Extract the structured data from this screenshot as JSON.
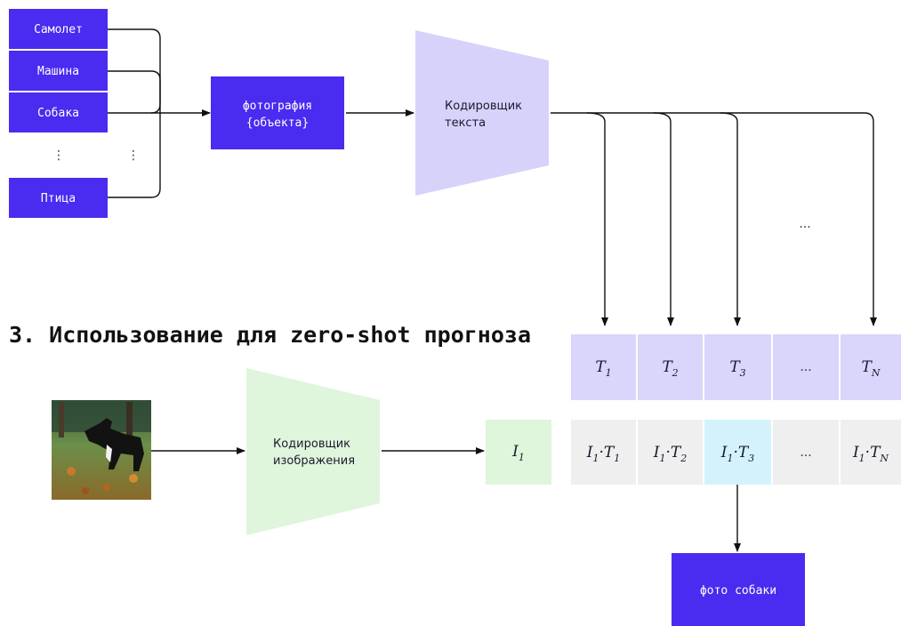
{
  "colors": {
    "primary_block": "#4a2bf0",
    "text_encoder": "#d6d2fa",
    "image_encoder": "#dff5dc",
    "t_cell": "#d9d5fb",
    "product_cell": "#efefef",
    "highlight_cell": "#d4f2fb",
    "arrow": "#111111"
  },
  "classes": {
    "items": [
      "Самолет",
      "Машина",
      "Собака",
      "Птица"
    ],
    "ellipsis": "⋮"
  },
  "template_box": {
    "line1": "фотография",
    "line2": "{объекта}"
  },
  "text_encoder": {
    "line1": "Кодировщик",
    "line2": "текста"
  },
  "ellipsis_right": "...",
  "section_heading": "3. Использование для zero-shot прогноза",
  "image": {
    "icon": "dog-photo-icon"
  },
  "image_encoder": {
    "line1": "Кодировщик",
    "line2": "изображения"
  },
  "image_embedding": {
    "base": "I",
    "sub": "1"
  },
  "text_embeddings": [
    {
      "base": "T",
      "sub": "1"
    },
    {
      "base": "T",
      "sub": "2"
    },
    {
      "base": "T",
      "sub": "3"
    },
    {
      "ellipsis": "..."
    },
    {
      "base": "T",
      "sub": "N"
    }
  ],
  "products": [
    {
      "a": "I",
      "as": "1",
      "b": "T",
      "bs": "1",
      "dot": "·"
    },
    {
      "a": "I",
      "as": "1",
      "b": "T",
      "bs": "2",
      "dot": "·"
    },
    {
      "a": "I",
      "as": "1",
      "b": "T",
      "bs": "3",
      "dot": "·",
      "highlight": true
    },
    {
      "ellipsis": "..."
    },
    {
      "a": "I",
      "as": "1",
      "b": "T",
      "bs": "N",
      "dot": "·"
    }
  ],
  "result": {
    "label": "фото собаки"
  }
}
